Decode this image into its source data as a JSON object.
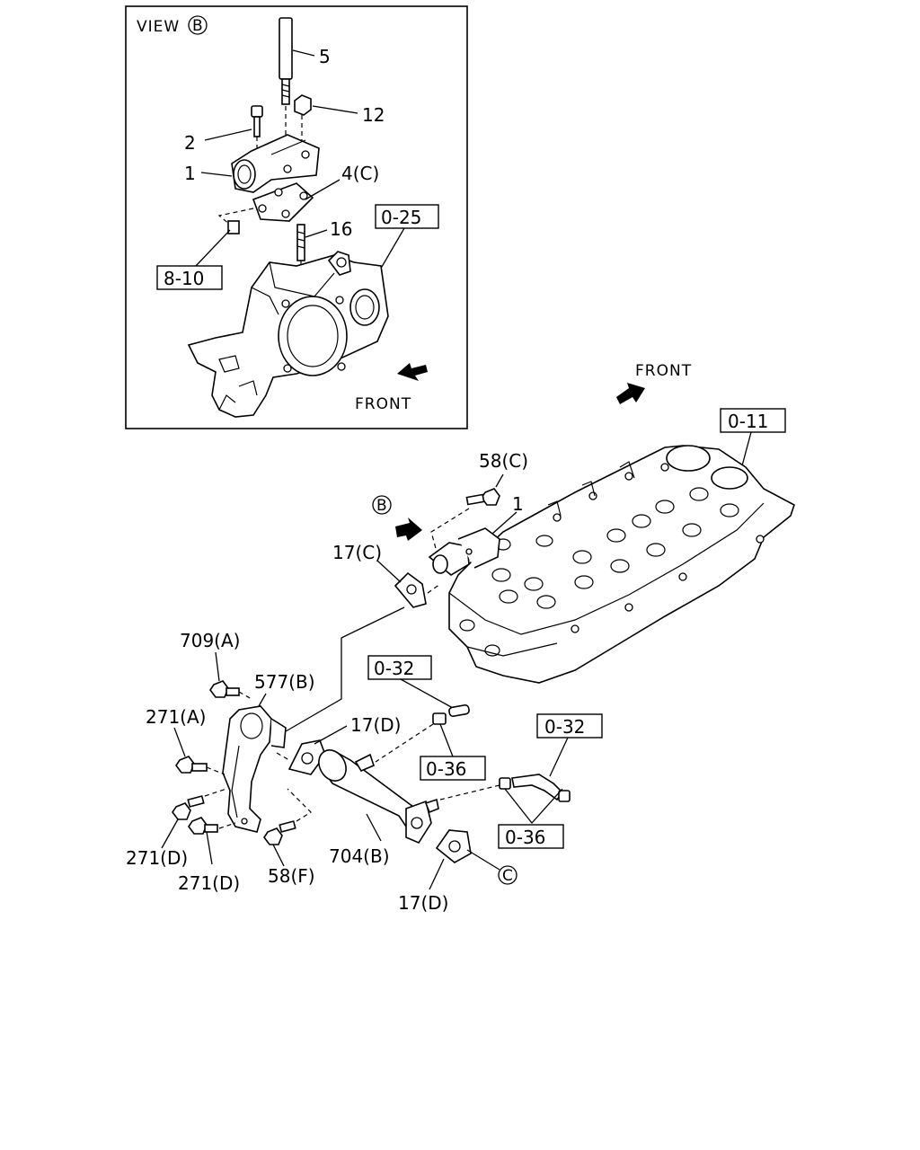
{
  "view_label": "VIEW",
  "view_letter": "B",
  "front_labels": [
    "FRONT",
    "FRONT"
  ],
  "callouts": {
    "c5": "5",
    "c12": "12",
    "c2": "2",
    "c1_inset": "1",
    "c4c": "4(C)",
    "c16": "16",
    "c58c": "58(C)",
    "c1_main": "1",
    "c17c": "17(C)",
    "c709a": "709(A)",
    "c577b": "577(B)",
    "c271a": "271(A)",
    "c17d_top": "17(D)",
    "c271d_left": "271(D)",
    "c271d_bottom": "271(D)",
    "c58f": "58(F)",
    "c704b": "704(B)",
    "c17d_bottom": "17(D)"
  },
  "ref_boxes": {
    "r025": "0-25",
    "r810": "8-10",
    "r011": "0-11",
    "r032a": "0-32",
    "r036a": "0-36",
    "r032b": "0-32",
    "r036b": "0-36"
  },
  "circle_labels": {
    "b_main": "B",
    "c_bottom": "C"
  }
}
